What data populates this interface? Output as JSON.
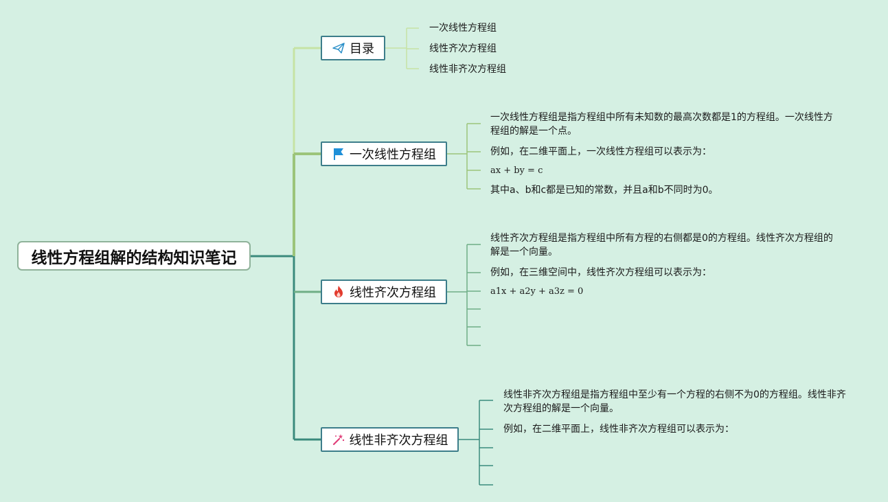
{
  "root": {
    "title": "线性方程组解的结构知识笔记"
  },
  "branches": [
    {
      "label": "目录",
      "icon": "paper-plane-icon",
      "leaves": [
        "一次线性方程组",
        "线性齐次方程组",
        "线性非齐次方程组"
      ]
    },
    {
      "label": "一次线性方程组",
      "icon": "flag-icon",
      "leaves": [
        "一次线性方程组是指方程组中所有未知数的最高次数都是1的方程组。一次线性方程组的解是一个点。",
        "例如，在二维平面上，一次线性方程组可以表示为：",
        "ax + by = c",
        "其中a、b和c都是已知的常数，并且a和b不同时为0。"
      ]
    },
    {
      "label": "线性齐次方程组",
      "icon": "fire-icon",
      "leaves": [
        "线性齐次方程组是指方程组中所有方程的右侧都是0的方程组。线性齐次方程组的解是一个向量。",
        "例如，在三维空间中，线性齐次方程组可以表示为：",
        "a1x + a2y + a3z = 0",
        "",
        "",
        ""
      ]
    },
    {
      "label": "线性非齐次方程组",
      "icon": "magic-wand-icon",
      "leaves": [
        "线性非齐次方程组是指方程组中至少有一个方程的右侧不为0的方程组。线性非齐次方程组的解是一个向量。",
        "例如，在二维平面上，线性非齐次方程组可以表示为：",
        "",
        "",
        ""
      ]
    }
  ],
  "colors": {
    "background": "#d5f0e3",
    "branch_toc": "#c6e3a4",
    "branch_linear": "#9cc47a",
    "branch_homogeneous": "#6fae86",
    "branch_nonhomogeneous": "#3a8a7c",
    "root_connector": "#3a8a7c",
    "flag": "#1e8fd8",
    "fire": "#e23b2e",
    "wand": "#e0407a"
  }
}
